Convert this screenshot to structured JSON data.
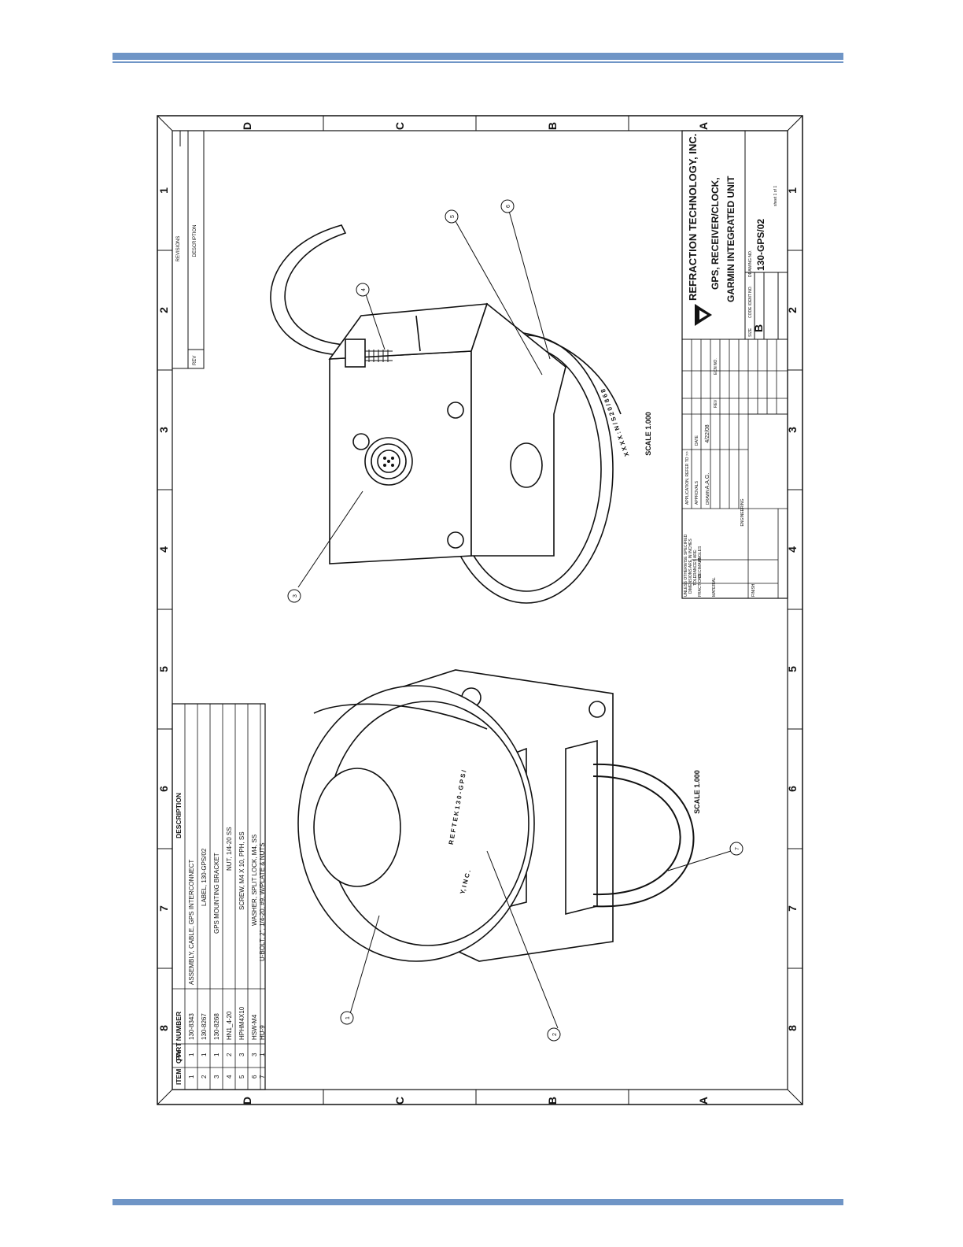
{
  "colors": {
    "rule": "#6f95c6",
    "ink": "#111111"
  },
  "zones": {
    "rows_top": [
      "D",
      "C",
      "B",
      "A"
    ],
    "rows_bottom": [
      "D",
      "C",
      "B",
      "A"
    ],
    "cols": [
      "1",
      "2",
      "3",
      "4",
      "5",
      "6",
      "7",
      "8"
    ]
  },
  "revisions": {
    "title": "REVISIONS",
    "rev": "REV",
    "description": "DESCRIPTION"
  },
  "title_block": {
    "company": "REFRACTION TECHNOLOGY, INC.",
    "title_line1": "GPS, RECEIVER/CLOCK,",
    "title_line2": "GARMIN INTEGRATED UNIT",
    "size_label": "SIZE",
    "size": "B",
    "code_ident_label": "CODE IDENT NO.",
    "drawing_no_label": "DRAWING NO.",
    "drawing_no": "130-GPS/02",
    "sheet": "sheet 1 of 1",
    "application": "APPLICATION, REFER TO >>",
    "approvals": "APPROVALS",
    "date_label": "DATE",
    "drawn_label": "DRAWN",
    "drawn_by": "A.A.G.",
    "drawn_date": "4/22/08",
    "engineering": "ENGINEERING",
    "rev_label": "REV",
    "ecn_label": "ECN NO.",
    "tolerance_note": "UNLESS OTHERWISE SPECIFIED",
    "dims_note": "DIMENSIONS ARE IN INCHES",
    "tolerances": "TOLERANCES ARE:",
    "fractions": "FRACTIONS",
    "decimals": "DECIMALS",
    "angles": "ANGLES",
    "material": "MATERIAL",
    "finish": "FINISH"
  },
  "parts_list": {
    "headers": [
      "ITEM",
      "QTY",
      "PART NUMBER",
      "DESCRIPTION"
    ],
    "rows": [
      [
        "1",
        "1",
        "130-8343",
        "ASSEMBLY, CABLE, GPS INTERCONNECT"
      ],
      [
        "2",
        "1",
        "130-8267",
        "LABEL, 130-GPS/02"
      ],
      [
        "3",
        "1",
        "130-8268",
        "GPS MOUNTING BRACKET"
      ],
      [
        "4",
        "2",
        "HN1_4-20",
        "NUT, 1/4-20 SS"
      ],
      [
        "5",
        "3",
        "HPHM4X10",
        "SCREW, M4 X 10, PPH, SS"
      ],
      [
        "6",
        "3",
        "HSW-M4",
        "WASHER, SPLIT LOCK, M4, SS"
      ],
      [
        "7",
        "1",
        "HU-9",
        "U-BOLT, 2\", 1/4-20, #9, W/PLATE & NUTS"
      ]
    ]
  },
  "views": {
    "scale_top": "SCALE 1.000",
    "scale_bottom": "SCALE 1.000",
    "balloons": [
      "1",
      "2",
      "3",
      "4",
      "5",
      "6",
      "7"
    ],
    "dome_label_top": "X X X X : N / S 2 0 / 8 6 8",
    "dome_label_bottom": "R E F  T E K  1 3 0 - G P S /",
    "dome_label_inc": "Y,  I N C ."
  }
}
